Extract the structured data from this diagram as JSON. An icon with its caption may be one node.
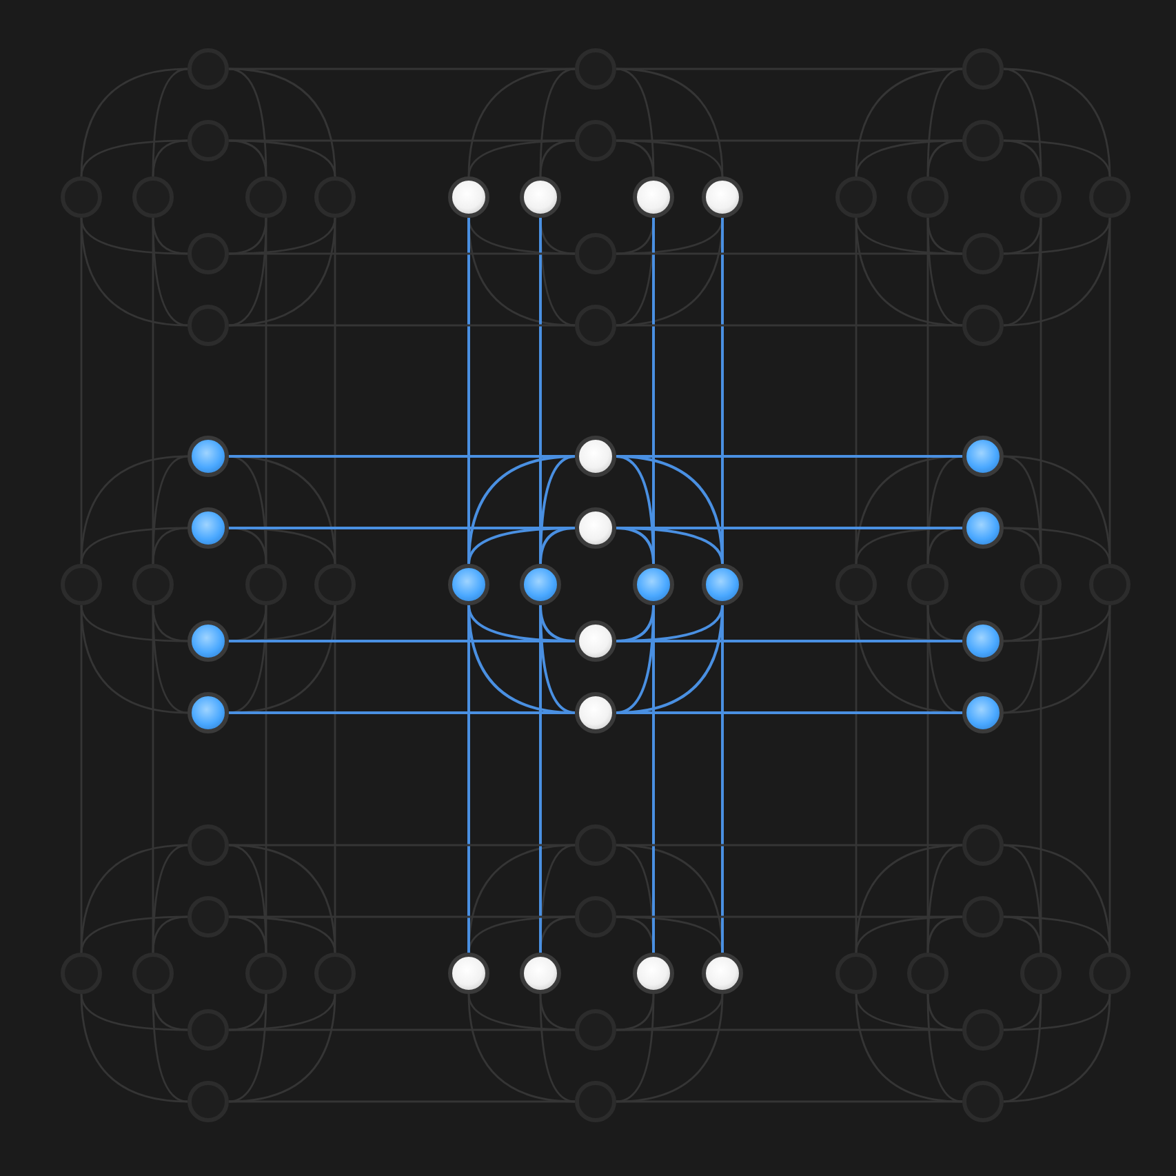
{
  "diagram": {
    "nodes": [
      {
        "text": [],
        "shape": "circle"
      },
      {
        "text": [],
        "shape": "circle"
      },
      {
        "text": [],
        "shape": "circle"
      },
      {
        "text": [],
        "shape": "circle"
      },
      {
        "text": [],
        "shape": "circle"
      },
      {
        "text": [],
        "shape": "circle"
      },
      {
        "text": [],
        "shape": "circle"
      },
      {
        "text": [],
        "shape": "circle"
      },
      {
        "text": [],
        "shape": "circle"
      },
      {
        "text": [],
        "shape": "circle"
      },
      {
        "text": [],
        "shape": "circle"
      },
      {
        "text": [],
        "shape": "circle"
      },
      {
        "text": [],
        "shape": "circle"
      },
      {
        "text": [],
        "shape": "circle"
      },
      {
        "text": [],
        "shape": "circle"
      },
      {
        "text": [],
        "shape": "circle"
      },
      {
        "text": [],
        "shape": "circle"
      },
      {
        "text": [],
        "shape": "circle"
      },
      {
        "text": [],
        "shape": "circle"
      },
      {
        "text": [],
        "shape": "circle"
      },
      {
        "text": [],
        "shape": "circle"
      },
      {
        "text": [],
        "shape": "circle"
      },
      {
        "text": [],
        "shape": "circle"
      },
      {
        "text": [],
        "shape": "circle"
      },
      {
        "text": [],
        "shape": "circle"
      },
      {
        "text": [],
        "shape": "circle"
      },
      {
        "text": [],
        "shape": "circle"
      },
      {
        "text": [],
        "shape": "circle"
      },
      {
        "text": [],
        "shape": "circle"
      },
      {
        "text": [],
        "shape": "circle"
      },
      {
        "text": [],
        "shape": "circle"
      },
      {
        "text": [],
        "shape": "circle"
      },
      {
        "text": [],
        "shape": "circle"
      },
      {
        "text": [],
        "shape": "circle"
      },
      {
        "text": [],
        "shape": "circle"
      },
      {
        "text": [],
        "shape": "circle"
      },
      {
        "text": [],
        "shape": "circle"
      },
      {
        "text": [],
        "shape": "circle"
      },
      {
        "text": [],
        "shape": "circle"
      },
      {
        "text": [],
        "shape": "circle"
      },
      {
        "text": [],
        "shape": "circle"
      },
      {
        "text": [],
        "shape": "circle"
      },
      {
        "text": [],
        "shape": "circle"
      },
      {
        "text": [],
        "shape": "circle"
      },
      {
        "text": [],
        "shape": "circle"
      },
      {
        "text": [],
        "shape": "circle"
      },
      {
        "text": [],
        "shape": "circle"
      },
      {
        "text": [],
        "shape": "circle"
      },
      {
        "text": [],
        "shape": "circle"
      },
      {
        "text": [],
        "shape": "circle"
      },
      {
        "text": [],
        "shape": "circle"
      },
      {
        "text": [],
        "shape": "circle"
      },
      {
        "text": [],
        "shape": "circle"
      },
      {
        "text": [],
        "shape": "circle"
      },
      {
        "text": [],
        "shape": "circle"
      },
      {
        "text": [],
        "shape": "circle"
      },
      {
        "text": [],
        "shape": "circle"
      },
      {
        "text": [],
        "shape": "circle"
      },
      {
        "text": [],
        "shape": "circle"
      },
      {
        "text": [],
        "shape": "circle"
      },
      {
        "text": [],
        "shape": "circle"
      },
      {
        "text": [],
        "shape": "circle"
      },
      {
        "text": [],
        "shape": "circle"
      },
      {
        "text": [],
        "shape": "circle"
      },
      {
        "text": [],
        "shape": "circle"
      },
      {
        "text": [],
        "shape": "circle"
      },
      {
        "text": [],
        "shape": "circle"
      },
      {
        "text": [],
        "shape": "circle"
      },
      {
        "text": [],
        "shape": "circle"
      },
      {
        "text": [],
        "shape": "circle"
      },
      {
        "text": [],
        "shape": "circle"
      },
      {
        "text": [],
        "shape": "circle"
      }
    ],
    "edges": [
      {
        "from": 0,
        "to": 4,
        "arrow": "none"
      },
      {
        "from": 0,
        "to": 5,
        "arrow": "none"
      },
      {
        "from": 0,
        "to": 6,
        "arrow": "none"
      },
      {
        "from": 0,
        "to": 7,
        "arrow": "none"
      },
      {
        "from": 1,
        "to": 4,
        "arrow": "none"
      },
      {
        "from": 1,
        "to": 5,
        "arrow": "none"
      },
      {
        "from": 1,
        "to": 6,
        "arrow": "none"
      },
      {
        "from": 1,
        "to": 7,
        "arrow": "none"
      },
      {
        "from": 2,
        "to": 4,
        "arrow": "none"
      },
      {
        "from": 2,
        "to": 5,
        "arrow": "none"
      },
      {
        "from": 2,
        "to": 6,
        "arrow": "none"
      },
      {
        "from": 2,
        "to": 7,
        "arrow": "none"
      },
      {
        "from": 3,
        "to": 4,
        "arrow": "none"
      },
      {
        "from": 3,
        "to": 5,
        "arrow": "none"
      },
      {
        "from": 3,
        "to": 6,
        "arrow": "none"
      },
      {
        "from": 3,
        "to": 7,
        "arrow": "none"
      },
      {
        "from": 8,
        "to": 12,
        "arrow": "none"
      },
      {
        "from": 8,
        "to": 13,
        "arrow": "none"
      },
      {
        "from": 8,
        "to": 14,
        "arrow": "none"
      },
      {
        "from": 8,
        "to": 15,
        "arrow": "none"
      },
      {
        "from": 9,
        "to": 12,
        "arrow": "none"
      },
      {
        "from": 9,
        "to": 13,
        "arrow": "none"
      },
      {
        "from": 9,
        "to": 14,
        "arrow": "none"
      },
      {
        "from": 9,
        "to": 15,
        "arrow": "none"
      },
      {
        "from": 10,
        "to": 12,
        "arrow": "none"
      },
      {
        "from": 10,
        "to": 13,
        "arrow": "none"
      },
      {
        "from": 10,
        "to": 14,
        "arrow": "none"
      },
      {
        "from": 10,
        "to": 15,
        "arrow": "none"
      },
      {
        "from": 11,
        "to": 12,
        "arrow": "none"
      },
      {
        "from": 11,
        "to": 13,
        "arrow": "none"
      },
      {
        "from": 11,
        "to": 14,
        "arrow": "none"
      },
      {
        "from": 11,
        "to": 15,
        "arrow": "none"
      },
      {
        "from": 16,
        "to": 20,
        "arrow": "none"
      },
      {
        "from": 16,
        "to": 21,
        "arrow": "none"
      },
      {
        "from": 16,
        "to": 22,
        "arrow": "none"
      },
      {
        "from": 16,
        "to": 23,
        "arrow": "none"
      },
      {
        "from": 17,
        "to": 20,
        "arrow": "none"
      },
      {
        "from": 17,
        "to": 21,
        "arrow": "none"
      },
      {
        "from": 17,
        "to": 22,
        "arrow": "none"
      },
      {
        "from": 17,
        "to": 23,
        "arrow": "none"
      },
      {
        "from": 18,
        "to": 20,
        "arrow": "none"
      },
      {
        "from": 18,
        "to": 21,
        "arrow": "none"
      },
      {
        "from": 18,
        "to": 22,
        "arrow": "none"
      },
      {
        "from": 18,
        "to": 23,
        "arrow": "none"
      },
      {
        "from": 19,
        "to": 20,
        "arrow": "none"
      },
      {
        "from": 19,
        "to": 21,
        "arrow": "none"
      },
      {
        "from": 19,
        "to": 22,
        "arrow": "none"
      },
      {
        "from": 19,
        "to": 23,
        "arrow": "none"
      },
      {
        "from": 24,
        "to": 28,
        "arrow": "none"
      },
      {
        "from": 24,
        "to": 29,
        "arrow": "none"
      },
      {
        "from": 24,
        "to": 30,
        "arrow": "none"
      },
      {
        "from": 24,
        "to": 31,
        "arrow": "none"
      },
      {
        "from": 25,
        "to": 28,
        "arrow": "none"
      },
      {
        "from": 25,
        "to": 29,
        "arrow": "none"
      },
      {
        "from": 25,
        "to": 30,
        "arrow": "none"
      },
      {
        "from": 25,
        "to": 31,
        "arrow": "none"
      },
      {
        "from": 26,
        "to": 28,
        "arrow": "none"
      },
      {
        "from": 26,
        "to": 29,
        "arrow": "none"
      },
      {
        "from": 26,
        "to": 30,
        "arrow": "none"
      },
      {
        "from": 26,
        "to": 31,
        "arrow": "none"
      },
      {
        "from": 27,
        "to": 28,
        "arrow": "none"
      },
      {
        "from": 27,
        "to": 29,
        "arrow": "none"
      },
      {
        "from": 27,
        "to": 30,
        "arrow": "none"
      },
      {
        "from": 27,
        "to": 31,
        "arrow": "none"
      },
      {
        "from": 32,
        "to": 36,
        "arrow": "none",
        "color": "#4a90e2"
      },
      {
        "from": 32,
        "to": 37,
        "arrow": "none",
        "color": "#4a90e2"
      },
      {
        "from": 32,
        "to": 38,
        "arrow": "none",
        "color": "#4a90e2"
      },
      {
        "from": 32,
        "to": 39,
        "arrow": "none",
        "color": "#4a90e2"
      },
      {
        "from": 33,
        "to": 36,
        "arrow": "none",
        "color": "#4a90e2"
      },
      {
        "from": 33,
        "to": 37,
        "arrow": "none",
        "color": "#4a90e2"
      },
      {
        "from": 33,
        "to": 38,
        "arrow": "none",
        "color": "#4a90e2"
      },
      {
        "from": 33,
        "to": 39,
        "arrow": "none",
        "color": "#4a90e2"
      },
      {
        "from": 34,
        "to": 36,
        "arrow": "none",
        "color": "#4a90e2"
      },
      {
        "from": 34,
        "to": 37,
        "arrow": "none",
        "color": "#4a90e2"
      },
      {
        "from": 34,
        "to": 38,
        "arrow": "none",
        "color": "#4a90e2"
      },
      {
        "from": 34,
        "to": 39,
        "arrow": "none",
        "color": "#4a90e2"
      },
      {
        "from": 35,
        "to": 36,
        "arrow": "none",
        "color": "#4a90e2"
      },
      {
        "from": 35,
        "to": 37,
        "arrow": "none",
        "color": "#4a90e2"
      },
      {
        "from": 35,
        "to": 38,
        "arrow": "none",
        "color": "#4a90e2"
      },
      {
        "from": 35,
        "to": 39,
        "arrow": "none",
        "color": "#4a90e2"
      },
      {
        "from": 40,
        "to": 44,
        "arrow": "none"
      },
      {
        "from": 40,
        "to": 45,
        "arrow": "none"
      },
      {
        "from": 40,
        "to": 46,
        "arrow": "none"
      },
      {
        "from": 40,
        "to": 47,
        "arrow": "none"
      },
      {
        "from": 41,
        "to": 44,
        "arrow": "none"
      },
      {
        "from": 41,
        "to": 45,
        "arrow": "none"
      },
      {
        "from": 41,
        "to": 46,
        "arrow": "none"
      },
      {
        "from": 41,
        "to": 47,
        "arrow": "none"
      },
      {
        "from": 42,
        "to": 44,
        "arrow": "none"
      },
      {
        "from": 42,
        "to": 45,
        "arrow": "none"
      },
      {
        "from": 42,
        "to": 46,
        "arrow": "none"
      },
      {
        "from": 42,
        "to": 47,
        "arrow": "none"
      },
      {
        "from": 43,
        "to": 44,
        "arrow": "none"
      },
      {
        "from": 43,
        "to": 45,
        "arrow": "none"
      },
      {
        "from": 43,
        "to": 46,
        "arrow": "none"
      },
      {
        "from": 43,
        "to": 47,
        "arrow": "none"
      },
      {
        "from": 48,
        "to": 52,
        "arrow": "none"
      },
      {
        "from": 48,
        "to": 53,
        "arrow": "none"
      },
      {
        "from": 48,
        "to": 54,
        "arrow": "none"
      },
      {
        "from": 48,
        "to": 55,
        "arrow": "none"
      },
      {
        "from": 49,
        "to": 52,
        "arrow": "none"
      },
      {
        "from": 49,
        "to": 53,
        "arrow": "none"
      },
      {
        "from": 49,
        "to": 54,
        "arrow": "none"
      },
      {
        "from": 49,
        "to": 55,
        "arrow": "none"
      },
      {
        "from": 50,
        "to": 52,
        "arrow": "none"
      },
      {
        "from": 50,
        "to": 53,
        "arrow": "none"
      },
      {
        "from": 50,
        "to": 54,
        "arrow": "none"
      },
      {
        "from": 50,
        "to": 55,
        "arrow": "none"
      },
      {
        "from": 51,
        "to": 52,
        "arrow": "none"
      },
      {
        "from": 51,
        "to": 53,
        "arrow": "none"
      },
      {
        "from": 51,
        "to": 54,
        "arrow": "none"
      },
      {
        "from": 51,
        "to": 55,
        "arrow": "none"
      },
      {
        "from": 56,
        "to": 60,
        "arrow": "none"
      },
      {
        "from": 56,
        "to": 61,
        "arrow": "none"
      },
      {
        "from": 56,
        "to": 62,
        "arrow": "none"
      },
      {
        "from": 56,
        "to": 63,
        "arrow": "none"
      },
      {
        "from": 57,
        "to": 60,
        "arrow": "none"
      },
      {
        "from": 57,
        "to": 61,
        "arrow": "none"
      },
      {
        "from": 57,
        "to": 62,
        "arrow": "none"
      },
      {
        "from": 57,
        "to": 63,
        "arrow": "none"
      },
      {
        "from": 58,
        "to": 60,
        "arrow": "none"
      },
      {
        "from": 58,
        "to": 61,
        "arrow": "none"
      },
      {
        "from": 58,
        "to": 62,
        "arrow": "none"
      },
      {
        "from": 58,
        "to": 63,
        "arrow": "none"
      },
      {
        "from": 59,
        "to": 60,
        "arrow": "none"
      },
      {
        "from": 59,
        "to": 61,
        "arrow": "none"
      },
      {
        "from": 59,
        "to": 62,
        "arrow": "none"
      },
      {
        "from": 59,
        "to": 63,
        "arrow": "none"
      },
      {
        "from": 64,
        "to": 68,
        "arrow": "none"
      },
      {
        "from": 64,
        "to": 69,
        "arrow": "none"
      },
      {
        "from": 64,
        "to": 70,
        "arrow": "none"
      },
      {
        "from": 64,
        "to": 71,
        "arrow": "none"
      },
      {
        "from": 65,
        "to": 68,
        "arrow": "none"
      },
      {
        "from": 65,
        "to": 69,
        "arrow": "none"
      },
      {
        "from": 65,
        "to": 70,
        "arrow": "none"
      },
      {
        "from": 65,
        "to": 71,
        "arrow": "none"
      },
      {
        "from": 66,
        "to": 68,
        "arrow": "none"
      },
      {
        "from": 66,
        "to": 69,
        "arrow": "none"
      },
      {
        "from": 66,
        "to": 70,
        "arrow": "none"
      },
      {
        "from": 66,
        "to": 71,
        "arrow": "none"
      },
      {
        "from": 67,
        "to": 68,
        "arrow": "none"
      },
      {
        "from": 67,
        "to": 69,
        "arrow": "none"
      },
      {
        "from": 67,
        "to": 70,
        "arrow": "none"
      },
      {
        "from": 67,
        "to": 71,
        "arrow": "none"
      },
      {
        "from": 4,
        "to": 28,
        "arrow": "none"
      },
      {
        "from": 5,
        "to": 29,
        "arrow": "none"
      },
      {
        "from": 6,
        "to": 30,
        "arrow": "none"
      },
      {
        "from": 7,
        "to": 31,
        "arrow": "none"
      },
      {
        "from": 12,
        "to": 36,
        "arrow": "none",
        "color": "#4a90e2"
      },
      {
        "from": 13,
        "to": 37,
        "arrow": "none",
        "color": "#4a90e2"
      },
      {
        "from": 14,
        "to": 38,
        "arrow": "none",
        "color": "#4a90e2"
      },
      {
        "from": 15,
        "to": 39,
        "arrow": "none",
        "color": "#4a90e2"
      },
      {
        "from": 20,
        "to": 44,
        "arrow": "none"
      },
      {
        "from": 21,
        "to": 45,
        "arrow": "none"
      },
      {
        "from": 22,
        "to": 46,
        "arrow": "none"
      },
      {
        "from": 23,
        "to": 47,
        "arrow": "none"
      },
      {
        "from": 28,
        "to": 52,
        "arrow": "none"
      },
      {
        "from": 29,
        "to": 53,
        "arrow": "none"
      },
      {
        "from": 30,
        "to": 54,
        "arrow": "none"
      },
      {
        "from": 31,
        "to": 55,
        "arrow": "none"
      },
      {
        "from": 36,
        "to": 60,
        "arrow": "none",
        "color": "#4a90e2"
      },
      {
        "from": 37,
        "to": 61,
        "arrow": "none",
        "color": "#4a90e2"
      },
      {
        "from": 38,
        "to": 62,
        "arrow": "none",
        "color": "#4a90e2"
      },
      {
        "from": 39,
        "to": 63,
        "arrow": "none",
        "color": "#4a90e2"
      },
      {
        "from": 44,
        "to": 68,
        "arrow": "none"
      },
      {
        "from": 45,
        "to": 69,
        "arrow": "none"
      },
      {
        "from": 46,
        "to": 70,
        "arrow": "none"
      },
      {
        "from": 47,
        "to": 71,
        "arrow": "none"
      },
      {
        "from": 0,
        "to": 8,
        "arrow": "none"
      },
      {
        "from": 1,
        "to": 9,
        "arrow": "none"
      },
      {
        "from": 2,
        "to": 10,
        "arrow": "none"
      },
      {
        "from": 3,
        "to": 11,
        "arrow": "none"
      },
      {
        "from": 8,
        "to": 16,
        "arrow": "none"
      },
      {
        "from": 9,
        "to": 17,
        "arrow": "none"
      },
      {
        "from": 10,
        "to": 18,
        "arrow": "none"
      },
      {
        "from": 11,
        "to": 19,
        "arrow": "none"
      },
      {
        "from": 24,
        "to": 32,
        "arrow": "none",
        "color": "#4a90e2"
      },
      {
        "from": 25,
        "to": 33,
        "arrow": "none",
        "color": "#4a90e2"
      },
      {
        "from": 26,
        "to": 34,
        "arrow": "none",
        "color": "#4a90e2"
      },
      {
        "from": 27,
        "to": 35,
        "arrow": "none",
        "color": "#4a90e2"
      },
      {
        "from": 32,
        "to": 40,
        "arrow": "none",
        "color": "#4a90e2"
      },
      {
        "from": 33,
        "to": 41,
        "arrow": "none",
        "color": "#4a90e2"
      },
      {
        "from": 34,
        "to": 42,
        "arrow": "none",
        "color": "#4a90e2"
      },
      {
        "from": 35,
        "to": 43,
        "arrow": "none",
        "color": "#4a90e2"
      },
      {
        "from": 48,
        "to": 56,
        "arrow": "none"
      },
      {
        "from": 49,
        "to": 57,
        "arrow": "none"
      },
      {
        "from": 50,
        "to": 58,
        "arrow": "none"
      },
      {
        "from": 51,
        "to": 59,
        "arrow": "none"
      },
      {
        "from": 56,
        "to": 64,
        "arrow": "none"
      },
      {
        "from": 57,
        "to": 65,
        "arrow": "none"
      },
      {
        "from": 58,
        "to": 66,
        "arrow": "none"
      },
      {
        "from": 59,
        "to": 67,
        "arrow": "none"
      }
    ]
  }
}
